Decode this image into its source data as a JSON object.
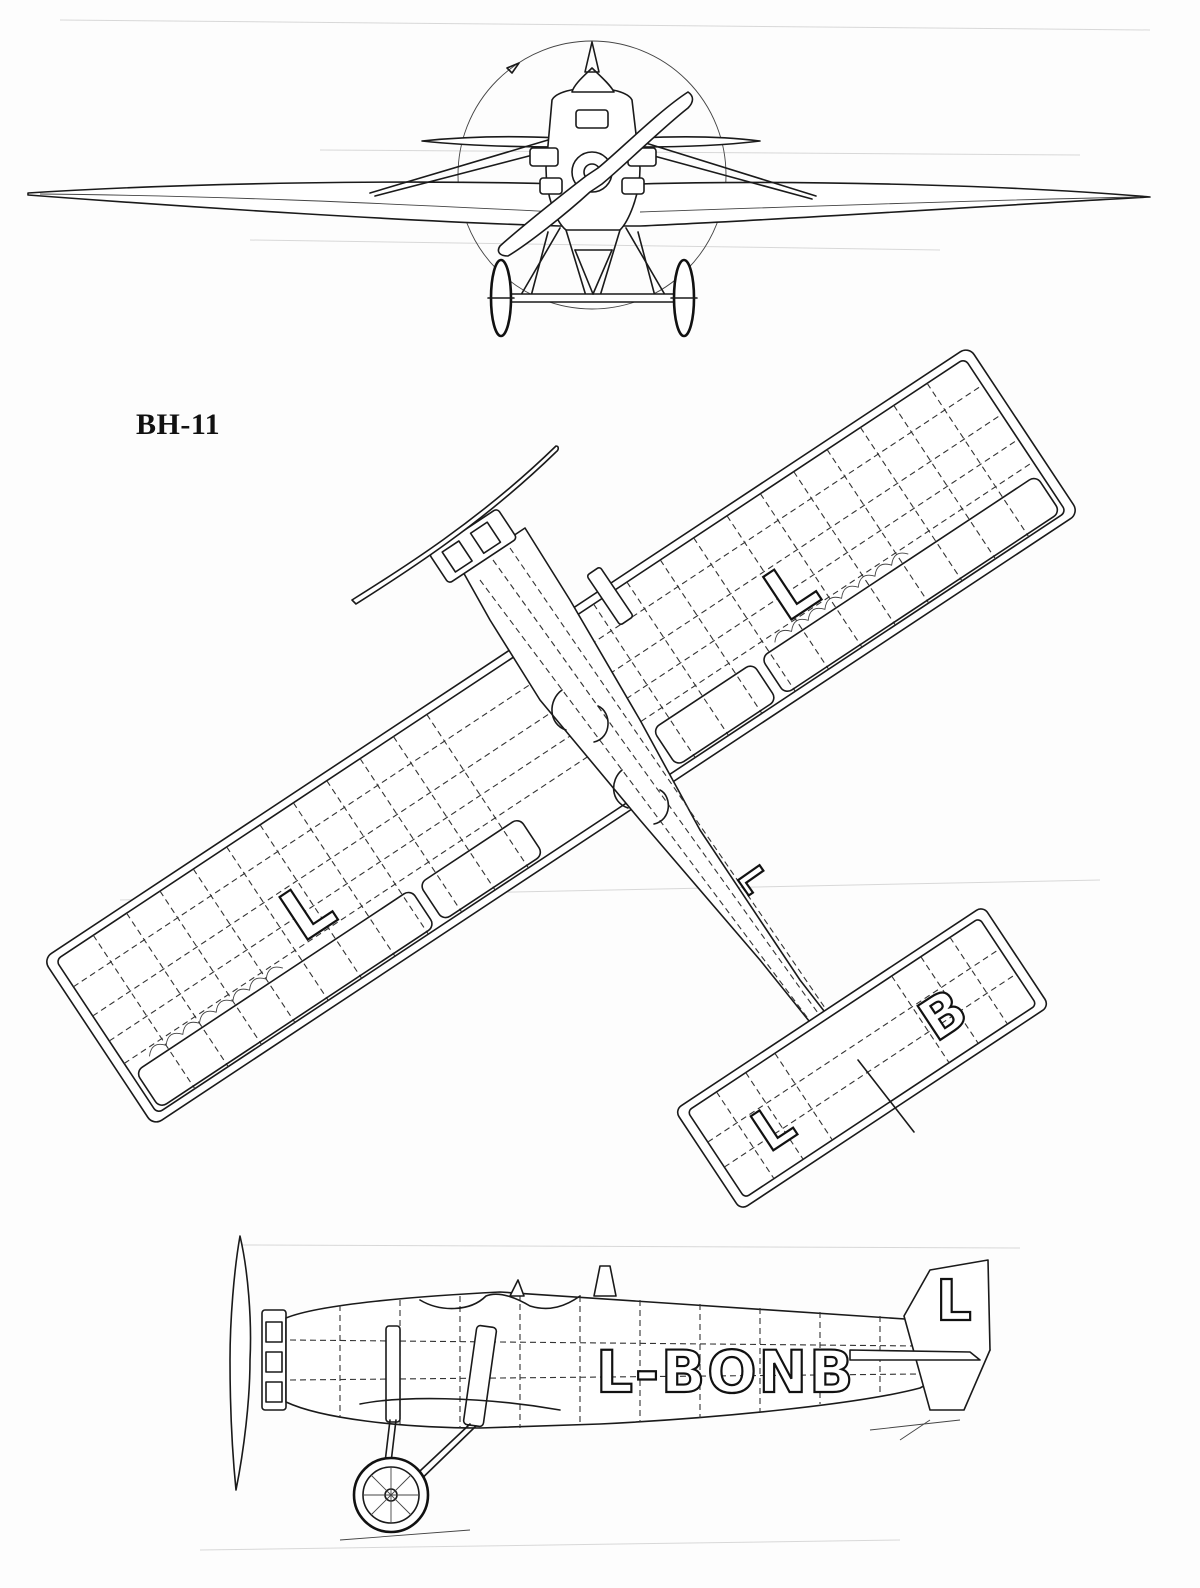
{
  "title": "BH-11",
  "registration": {
    "side_view": "L-BONB",
    "fin_letter": "L",
    "wing_upper": "L",
    "wing_lower": "L",
    "tail_left": "L",
    "tail_right": "B",
    "fuselage_top": "L"
  },
  "views": [
    "front-view",
    "top-view",
    "side-view"
  ]
}
